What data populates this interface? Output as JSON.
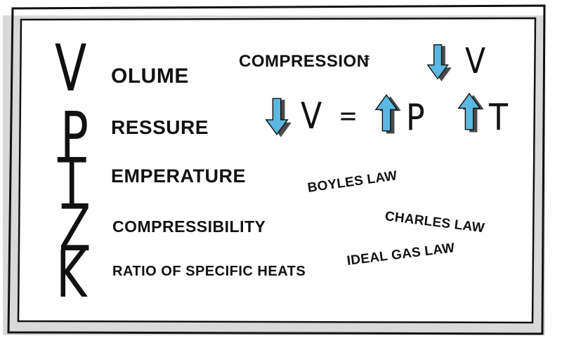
{
  "legend": {
    "rows": [
      {
        "letter": "V",
        "term": "OLUME"
      },
      {
        "letter": "P",
        "term": "RESSURE"
      },
      {
        "letter": "T",
        "term": "EMPERATURE"
      },
      {
        "letter": "Z",
        "term": "COMPRESSIBILITY"
      },
      {
        "letter": "K",
        "term": "RATIO OF SPECIFIC HEATS"
      }
    ]
  },
  "relation1": {
    "label": "COMPRESSION",
    "equals": "=",
    "arrow": "down-arrow-icon",
    "symbol": "V"
  },
  "relation2": {
    "lhs_arrow": "down-arrow-icon",
    "lhs_symbol": "V",
    "equals": "=",
    "rhs1_arrow": "up-arrow-icon",
    "rhs1_symbol": "P",
    "rhs2_arrow": "up-arrow-icon",
    "rhs2_symbol": "T"
  },
  "laws": [
    "BOYLES LAW",
    "CHARLES LAW",
    "IDEAL GAS LAW"
  ],
  "colors": {
    "arrow_fill": "#5bb8e0",
    "arrow_shadow": "#4a4a4a",
    "ink": "#111111",
    "frame_shadow": "#d9d9d9"
  }
}
